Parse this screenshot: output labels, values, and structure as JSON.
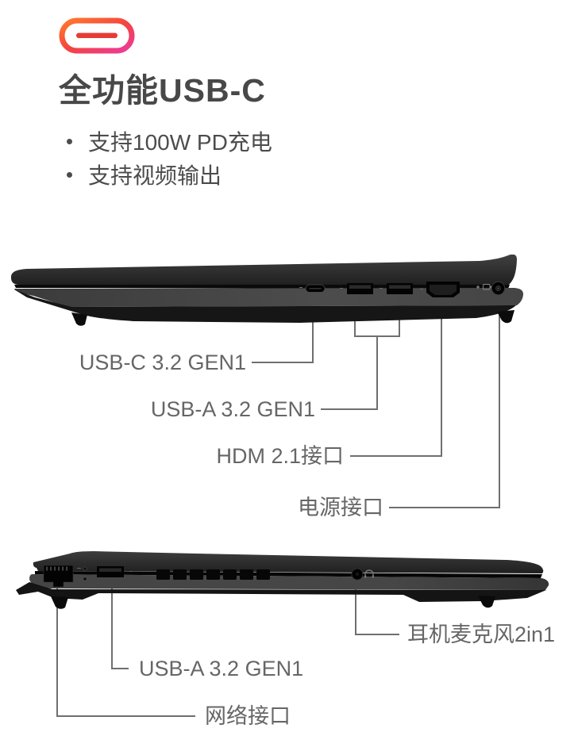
{
  "header": {
    "icon": "usb-c-connector-icon",
    "title": "全功能USB-C",
    "bullet1": "支持100W PD充电",
    "bullet2": "支持视频输出"
  },
  "right_side_view": {
    "description": "laptop-right-side-ports-photo",
    "callouts": {
      "usb_c": "USB-C 3.2 GEN1",
      "usb_a": "USB-A 3.2 GEN1",
      "hdmi": "HDM 2.1接口",
      "power": "电源接口"
    }
  },
  "left_side_view": {
    "description": "laptop-left-side-ports-photo",
    "callouts": {
      "headset": "耳机麦克风2in1",
      "usb_a": "USB-A 3.2 GEN1",
      "ethernet": "网络接口"
    }
  },
  "colors": {
    "background": "#ffffff",
    "accent_gradient_start": "#ff7a2e",
    "accent_gradient_end": "#ec3a9c",
    "accent_inner_bar": "#e63c35",
    "title_text": "#484848",
    "body_text": "#4c4c4c",
    "label_text": "#666666",
    "callout_line": "#6f6f6f",
    "laptop_body": "#3a3a3a"
  }
}
